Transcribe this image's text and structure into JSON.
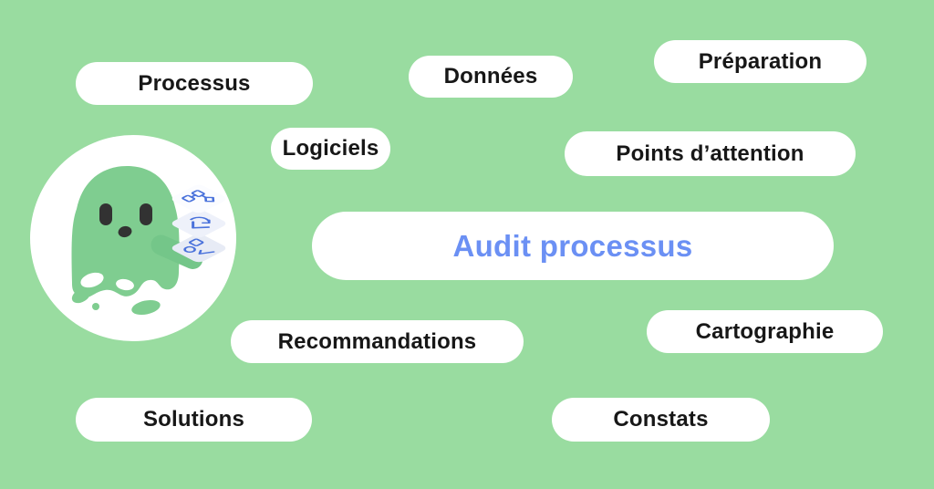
{
  "illustration": {
    "title": {
      "label": "Audit processus"
    },
    "labels": [
      {
        "id": "processus",
        "label": "Processus"
      },
      {
        "id": "donnees",
        "label": "Données"
      },
      {
        "id": "preparation",
        "label": "Préparation"
      },
      {
        "id": "logiciels",
        "label": "Logiciels"
      },
      {
        "id": "points-attention",
        "label": "Points d’attention"
      },
      {
        "id": "recommandations",
        "label": "Recommandations"
      },
      {
        "id": "cartographie",
        "label": "Cartographie"
      },
      {
        "id": "solutions",
        "label": "Solutions"
      },
      {
        "id": "constats",
        "label": "Constats"
      }
    ],
    "mascot": {
      "description": "green ghost mascot in white circle holding stacked isometric cards",
      "card_icons": [
        "flowchart-icon",
        "cycle-arrows-icon",
        "shapes-check-icon"
      ]
    },
    "colors": {
      "bg": "#99dca0",
      "pill-bg": "#ffffff",
      "label-text": "#171717",
      "title-text": "#6b90f4",
      "ghost-green": "#7fcd90",
      "arm-green": "#74c689",
      "eye": "#323232",
      "card-top": "#fbfcff",
      "card-mid": "#eef1fa",
      "card-bottom": "#e7ebf5",
      "icon-blue": "#4a72db"
    }
  }
}
